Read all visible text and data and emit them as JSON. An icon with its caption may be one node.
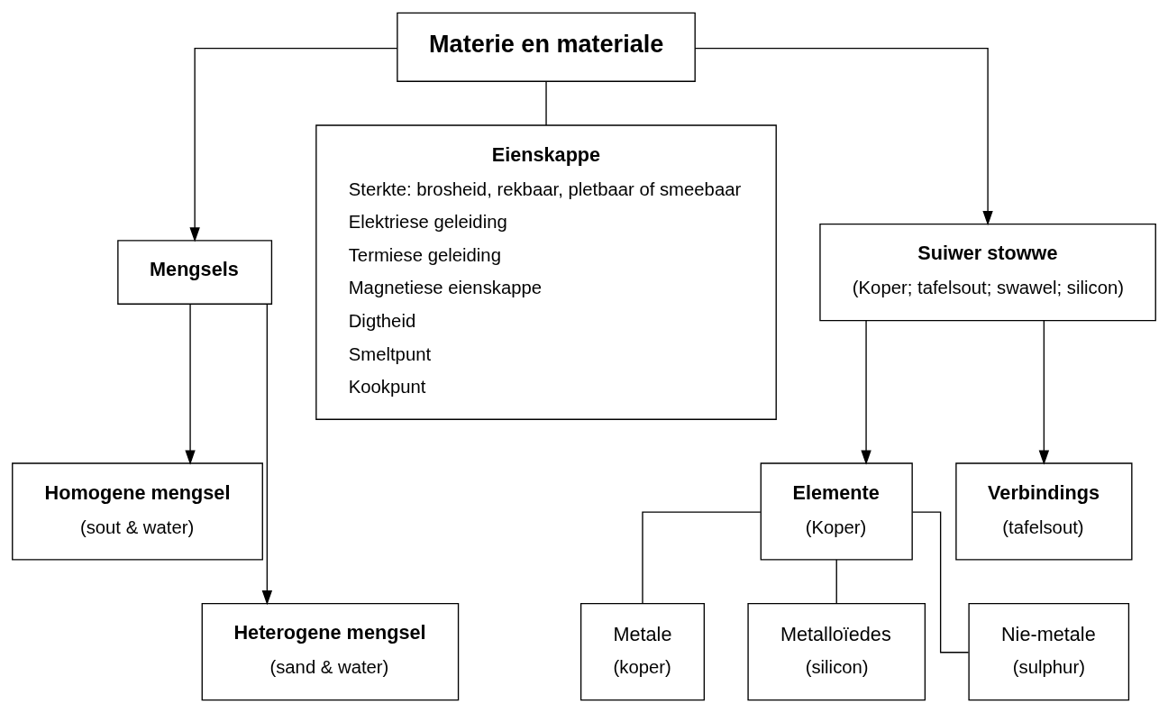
{
  "diagram": {
    "nodes": [
      {
        "text": [
          "Materie en materiale"
        ]
      },
      {
        "text": [
          "Mengsels"
        ]
      },
      {
        "text": [
          "Eienskappe",
          "Sterkte: brosheid, rekbaar, pletbaar of smeebaar",
          "Elektriese geleiding",
          "Termiese geleiding",
          "Magnetiese eienskappe",
          "Digtheid",
          "Smeltpunt",
          "Kookpunt"
        ]
      },
      {
        "text": [
          "Suiwer stowwe",
          "(Koper; tafelsout; swawel; silicon)"
        ]
      },
      {
        "text": [
          "Homogene mengsel",
          "(sout & water)"
        ]
      },
      {
        "text": [
          "Heterogene mengsel",
          "(sand & water)"
        ]
      },
      {
        "text": [
          "Elemente",
          "(Koper)"
        ]
      },
      {
        "text": [
          "Verbindings",
          "(tafelsout)"
        ]
      },
      {
        "text": [
          "Metale",
          "(koper)"
        ]
      },
      {
        "text": [
          "Metalloïedes",
          "(silicon)"
        ]
      },
      {
        "text": [
          "Nie-metale",
          "(sulphur)"
        ]
      }
    ],
    "edges": [
      {
        "from": 0,
        "to": 1,
        "arrow": "to"
      },
      {
        "from": 0,
        "to": 2,
        "arrow": "none"
      },
      {
        "from": 0,
        "to": 3,
        "arrow": "to"
      },
      {
        "from": 1,
        "to": 4,
        "arrow": "to"
      },
      {
        "from": 1,
        "to": 5,
        "arrow": "to"
      },
      {
        "from": 3,
        "to": 6,
        "arrow": "to"
      },
      {
        "from": 3,
        "to": 7,
        "arrow": "to"
      },
      {
        "from": 6,
        "to": 8,
        "arrow": "none"
      },
      {
        "from": 6,
        "to": 9,
        "arrow": "none"
      },
      {
        "from": 6,
        "to": 10,
        "arrow": "none"
      }
    ]
  }
}
